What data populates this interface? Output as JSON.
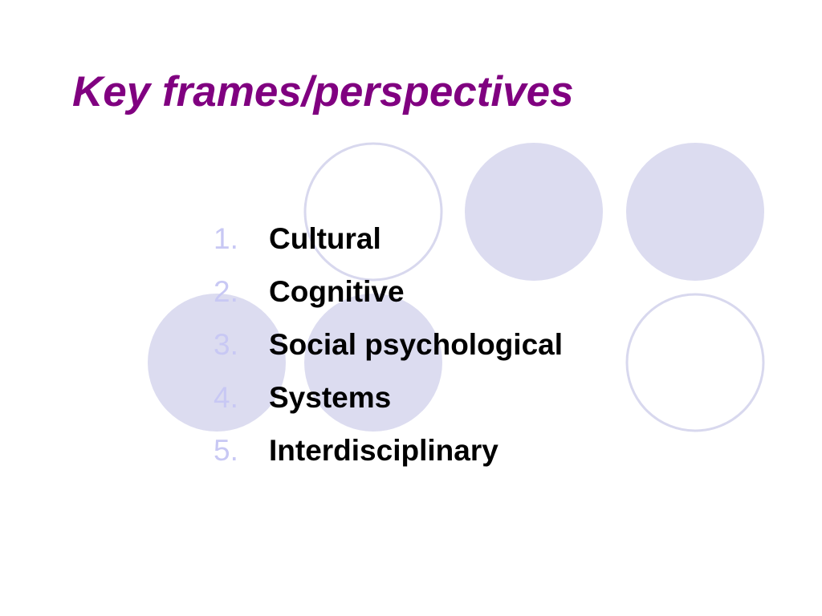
{
  "slide": {
    "title": "Key frames/perspectives",
    "items": [
      {
        "number": "1.",
        "label": "Cultural"
      },
      {
        "number": "2.",
        "label": "Cognitive"
      },
      {
        "number": "3.",
        "label": "Social psychological"
      },
      {
        "number": "4.",
        "label": "Systems"
      },
      {
        "number": "5.",
        "label": "Interdisciplinary"
      }
    ]
  },
  "colors": {
    "title": "#800080",
    "number": "#c8c8f4",
    "text": "#000000",
    "circle_fill": "#dcdcf0",
    "circle_stroke": "#d8d8ee"
  }
}
